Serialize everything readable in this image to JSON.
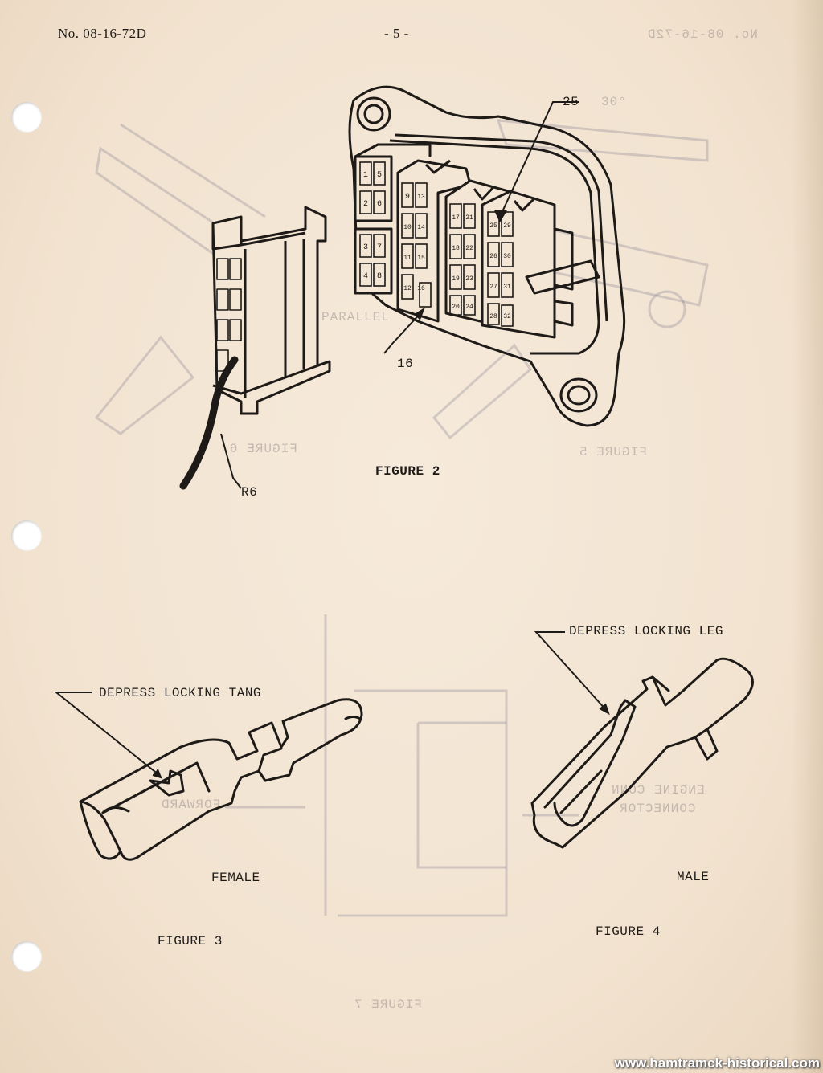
{
  "header": {
    "doc_number": "No. 08-16-72D",
    "page_number": "- 5 -"
  },
  "figure2": {
    "caption": "FIGURE 2",
    "callout_25": "25",
    "callout_16": "16",
    "callout_r6": "R6",
    "cavity_numbers_left": [
      "1",
      "5",
      "2",
      "6",
      "3",
      "7",
      "4",
      "8"
    ],
    "cavity_numbers_mid": [
      "9",
      "13",
      "10",
      "14",
      "11",
      "15",
      "12",
      "16"
    ],
    "cavity_numbers_right1": [
      "17",
      "21",
      "18",
      "22",
      "19",
      "23",
      "20",
      "24"
    ],
    "cavity_numbers_right2": [
      "25",
      "29",
      "26",
      "30",
      "27",
      "31",
      "28",
      "32"
    ]
  },
  "figure3": {
    "caption": "FIGURE 3",
    "label": "FEMALE",
    "annotation": "DEPRESS LOCKING TANG"
  },
  "figure4": {
    "caption": "FIGURE 4",
    "label": "MALE",
    "annotation": "DEPRESS LOCKING LEG"
  },
  "bleed_through": {
    "header": "No. 08-16-72D",
    "angle": "30°",
    "parallel": "PARALLEL",
    "figure_5": "FIGURE 5",
    "figure_6": "FIGURE 6",
    "figure_7": "FIGURE 7",
    "engine_conn": "ENGINE CONN",
    "connector": "CONNECTOR",
    "forward": "FORWARD"
  },
  "watermark": "www.hamtramck-historical.com"
}
